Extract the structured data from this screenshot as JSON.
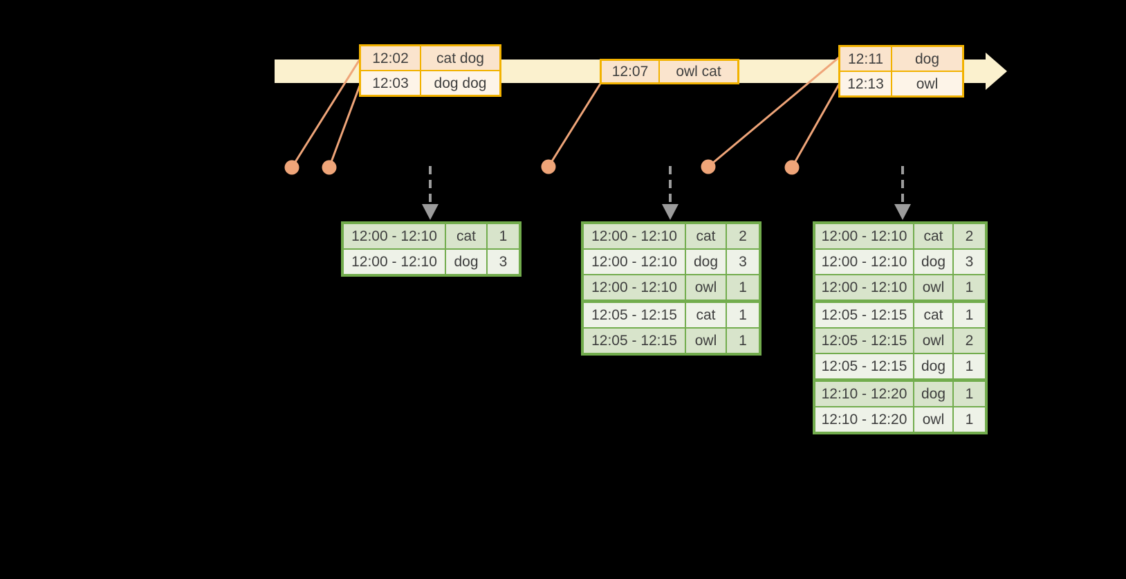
{
  "colors": {
    "background": "#000000",
    "timeline_band": "#fbf1ce",
    "event_box_border": "#f2b200",
    "event_cell_peach": "#fae4cd",
    "event_cell_cream": "#fdf4e8",
    "connector_orange": "#efa579",
    "table_border_green": "#72ac4d",
    "table_row_dark": "#d8e4cb",
    "table_row_light": "#eef2e8",
    "trigger_arrow_gray": "#9c9c9c",
    "text": "#3e3e3e"
  },
  "event_stream": {
    "boxes": [
      {
        "rows": [
          {
            "time": "12:02",
            "words": "cat dog"
          },
          {
            "time": "12:03",
            "words": "dog dog"
          }
        ]
      },
      {
        "rows": [
          {
            "time": "12:07",
            "words": "owl cat"
          }
        ]
      },
      {
        "rows": [
          {
            "time": "12:11",
            "words": "dog"
          },
          {
            "time": "12:13",
            "words": "owl"
          }
        ]
      }
    ]
  },
  "result_tables": [
    {
      "rows": [
        {
          "window": "12:00 - 12:10",
          "word": "cat",
          "count": "1"
        },
        {
          "window": "12:00 - 12:10",
          "word": "dog",
          "count": "3"
        }
      ]
    },
    {
      "rows": [
        {
          "window": "12:00 - 12:10",
          "word": "cat",
          "count": "2"
        },
        {
          "window": "12:00 - 12:10",
          "word": "dog",
          "count": "3"
        },
        {
          "window": "12:00 - 12:10",
          "word": "owl",
          "count": "1"
        },
        {
          "window": "12:05 - 12:15",
          "word": "cat",
          "count": "1"
        },
        {
          "window": "12:05 - 12:15",
          "word": "owl",
          "count": "1"
        }
      ]
    },
    {
      "rows": [
        {
          "window": "12:00 - 12:10",
          "word": "cat",
          "count": "2"
        },
        {
          "window": "12:00 - 12:10",
          "word": "dog",
          "count": "3"
        },
        {
          "window": "12:00 - 12:10",
          "word": "owl",
          "count": "1"
        },
        {
          "window": "12:05 - 12:15",
          "word": "cat",
          "count": "1"
        },
        {
          "window": "12:05 - 12:15",
          "word": "owl",
          "count": "2"
        },
        {
          "window": "12:05 - 12:15",
          "word": "dog",
          "count": "1"
        },
        {
          "window": "12:10 - 12:20",
          "word": "dog",
          "count": "1"
        },
        {
          "window": "12:10 - 12:20",
          "word": "owl",
          "count": "1"
        }
      ]
    }
  ]
}
